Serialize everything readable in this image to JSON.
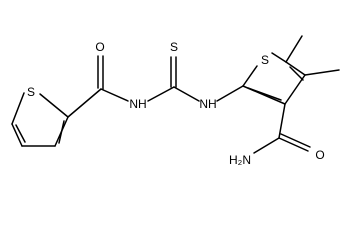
{
  "atoms": {
    "s_thiophene_left": "S",
    "o_carbonyl_left": "O",
    "nh_amide_left": "NH",
    "s_thiocarbonyl": "S",
    "nh_right": "NH",
    "s_thiophene_right": "S",
    "nh2_amide": "H₂N",
    "o_carbonyl_right": "O"
  }
}
